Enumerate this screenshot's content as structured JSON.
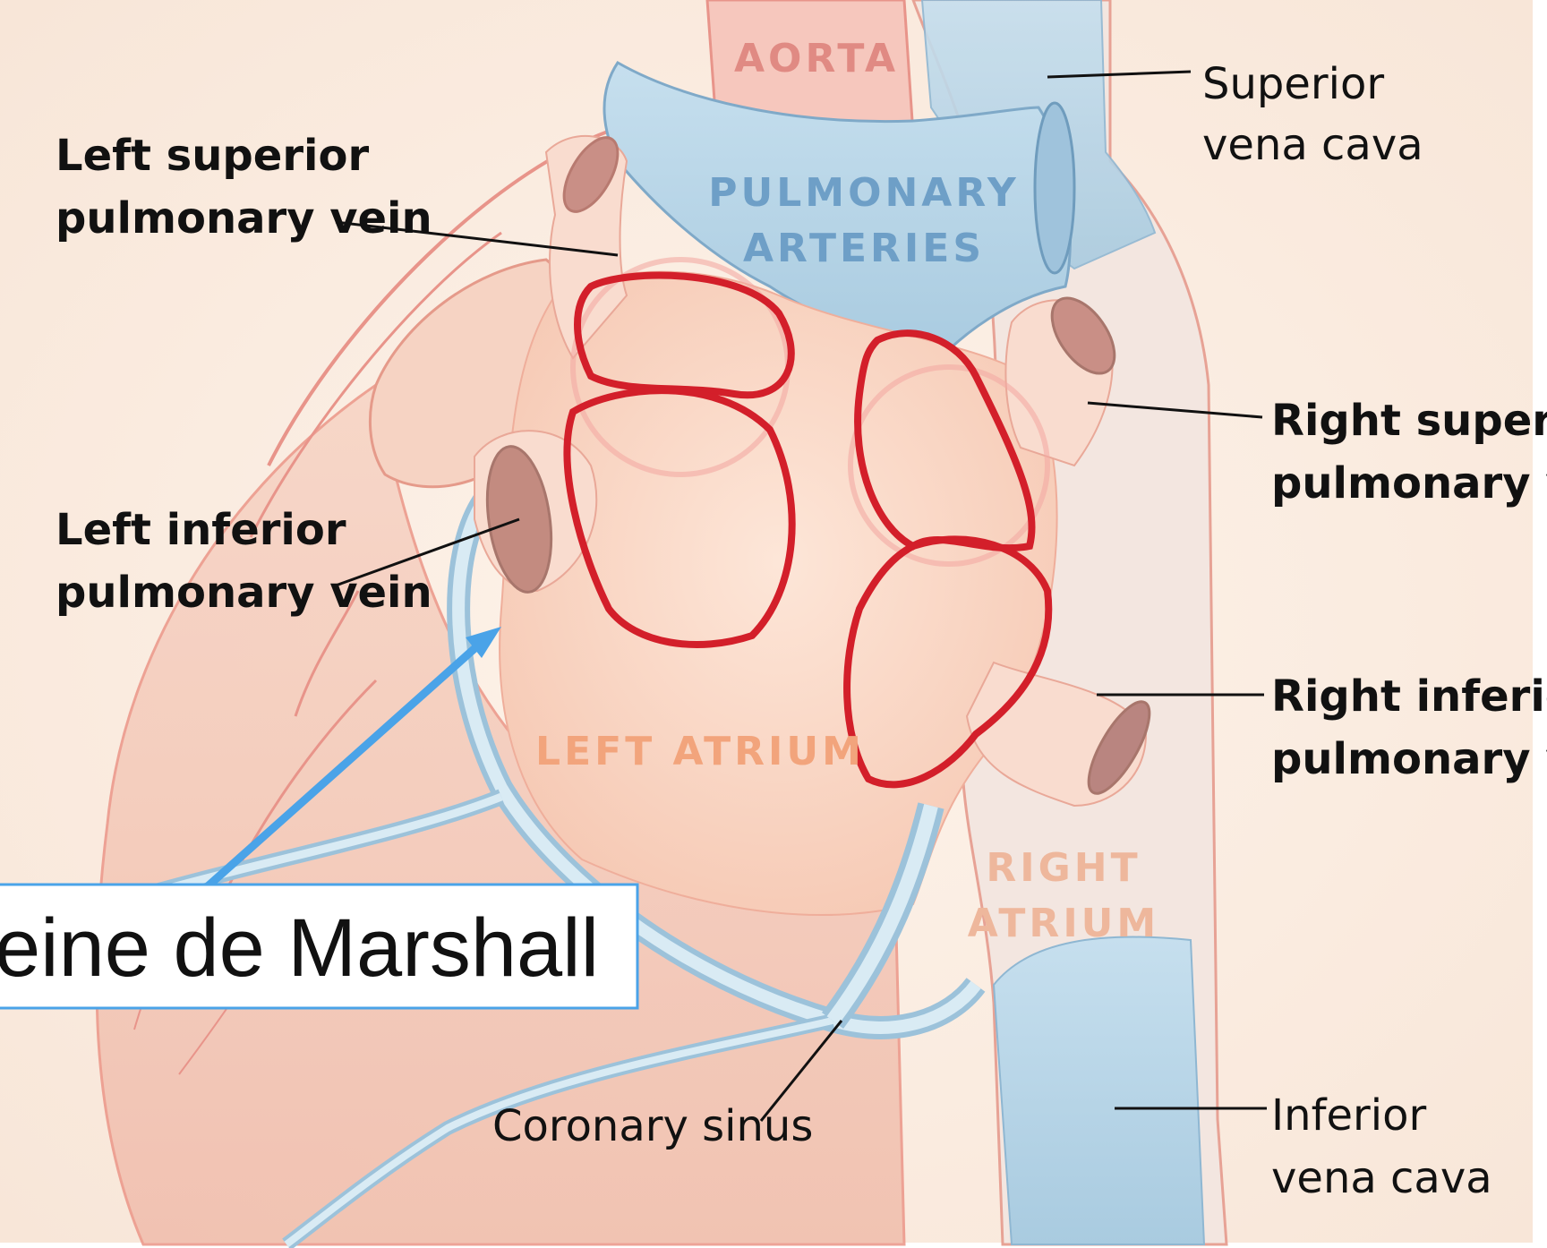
{
  "labels": {
    "left_superior_line1": "Left superior",
    "left_superior_line2": "pulmonary vein",
    "left_inferior_line1": "Left inferior",
    "left_inferior_line2": "pulmonary vein",
    "right_superior_line1": "Right superior",
    "right_superior_line2": "pulmonary vein",
    "right_inferior_line1": "Right inferior",
    "right_inferior_line2": "pulmonary vein",
    "svc_line1": "Superior",
    "svc_line2": "vena cava",
    "ivc_line1": "Inferior",
    "ivc_line2": "vena cava",
    "coronary_sinus": "Coronary sinus"
  },
  "structures": {
    "aorta": "AORTA",
    "pulmonary_line1": "PULMONARY",
    "pulmonary_line2": "ARTERIES",
    "left_atrium": "LEFT ATRIUM",
    "right_atrium_line1": "RIGHT",
    "right_atrium_line2": "ATRIUM"
  },
  "callout": {
    "text": "eine de Marshall"
  },
  "colors": {
    "background": "#fbefe4",
    "ablation_line": "#d31f2a",
    "vein_blue": "#b9d6e6",
    "arrow": "#4aa3e8",
    "aorta_text": "#e08a83",
    "pulmonary_text": "#6e9fc7",
    "left_atrium_text": "#f2a47c",
    "right_atrium_text": "#eeb79c"
  }
}
